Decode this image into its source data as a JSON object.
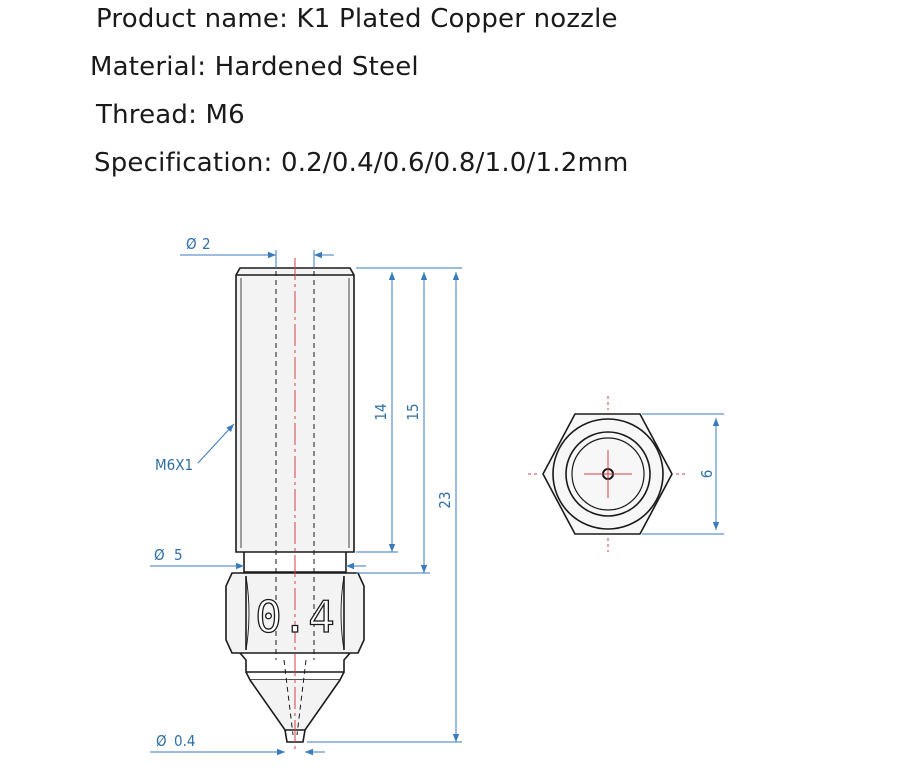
{
  "spec": {
    "product_name": "Product name: K1 Plated Copper nozzle",
    "material": "Material: Hardened Steel",
    "thread": "Thread: M6",
    "specification": "Specification: 0.2/0.4/0.6/0.8/1.0/1.2mm"
  },
  "dimensions": {
    "bore_diameter": "2",
    "thread_label": "M6X1",
    "bottom_diameter": "5",
    "tip_diameter": "0.4",
    "thread_length": "14",
    "body_length": "15",
    "total_length": "23",
    "hex_size": "6"
  },
  "nozzle_marking": "0.4",
  "colors": {
    "dimension_line": "#3a7bbf",
    "center_line": "#d04040",
    "outline": "#1a1a1a"
  }
}
